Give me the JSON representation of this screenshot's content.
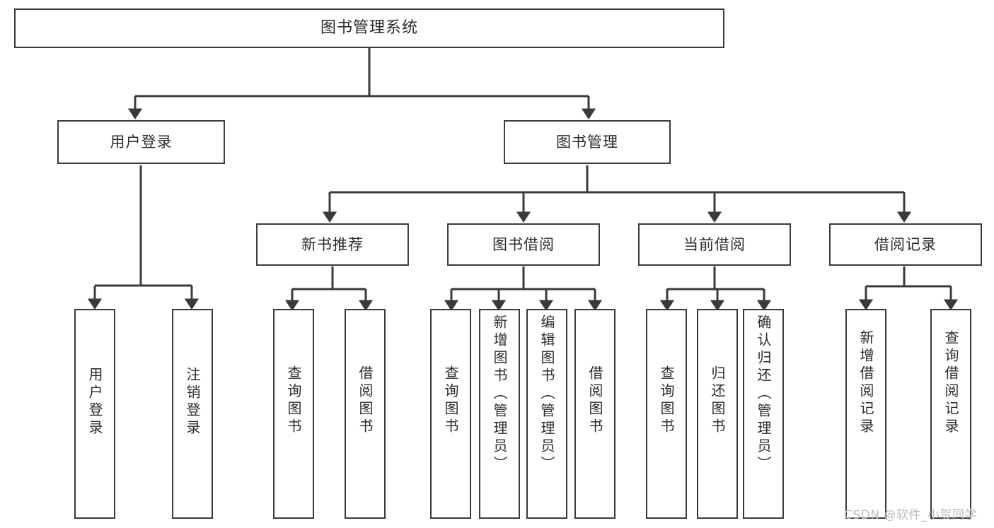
{
  "diagram": {
    "type": "tree-hierarchy-chart",
    "title": "图书管理系统",
    "line_color": "#3a3a3a",
    "box_fill": "#ffffff",
    "text_color": "#2b2b2b",
    "nodes": {
      "root": {
        "label": "图书管理系统"
      },
      "level1": [
        {
          "id": "user-login",
          "label": "用户登录"
        },
        {
          "id": "book-manage",
          "label": "图书管理"
        }
      ],
      "level2": [
        {
          "id": "new-book-rec",
          "label": "新书推荐"
        },
        {
          "id": "book-borrow",
          "label": "图书借阅"
        },
        {
          "id": "current-borrow",
          "label": "当前借阅"
        },
        {
          "id": "borrow-record",
          "label": "借阅记录"
        }
      ],
      "leaves": [
        {
          "id": "leaf-user-login",
          "label": "用户登录",
          "parent": "user-login"
        },
        {
          "id": "leaf-logout",
          "label": "注销登录",
          "parent": "user-login"
        },
        {
          "id": "leaf-query-book-1",
          "label": "查询图书",
          "parent": "new-book-rec"
        },
        {
          "id": "leaf-borrow-book-1",
          "label": "借阅图书",
          "parent": "new-book-rec"
        },
        {
          "id": "leaf-query-book-2",
          "label": "查询图书",
          "parent": "book-borrow"
        },
        {
          "id": "leaf-add-book",
          "label": "新增图书（管理员）",
          "parent": "book-borrow"
        },
        {
          "id": "leaf-edit-book",
          "label": "编辑图书（管理员）",
          "parent": "book-borrow"
        },
        {
          "id": "leaf-borrow-book-2",
          "label": "借阅图书",
          "parent": "book-borrow"
        },
        {
          "id": "leaf-query-book-3",
          "label": "查询图书",
          "parent": "current-borrow"
        },
        {
          "id": "leaf-return-book",
          "label": "归还图书",
          "parent": "current-borrow"
        },
        {
          "id": "leaf-confirm-return",
          "label": "确认归还（管理员）",
          "parent": "current-borrow"
        },
        {
          "id": "leaf-add-record",
          "label": "新增借阅记录",
          "parent": "borrow-record"
        },
        {
          "id": "leaf-query-record",
          "label": "查询借阅记录",
          "parent": "borrow-record"
        }
      ]
    }
  },
  "watermark": {
    "text": "CSDN @软件_小贺同学"
  }
}
